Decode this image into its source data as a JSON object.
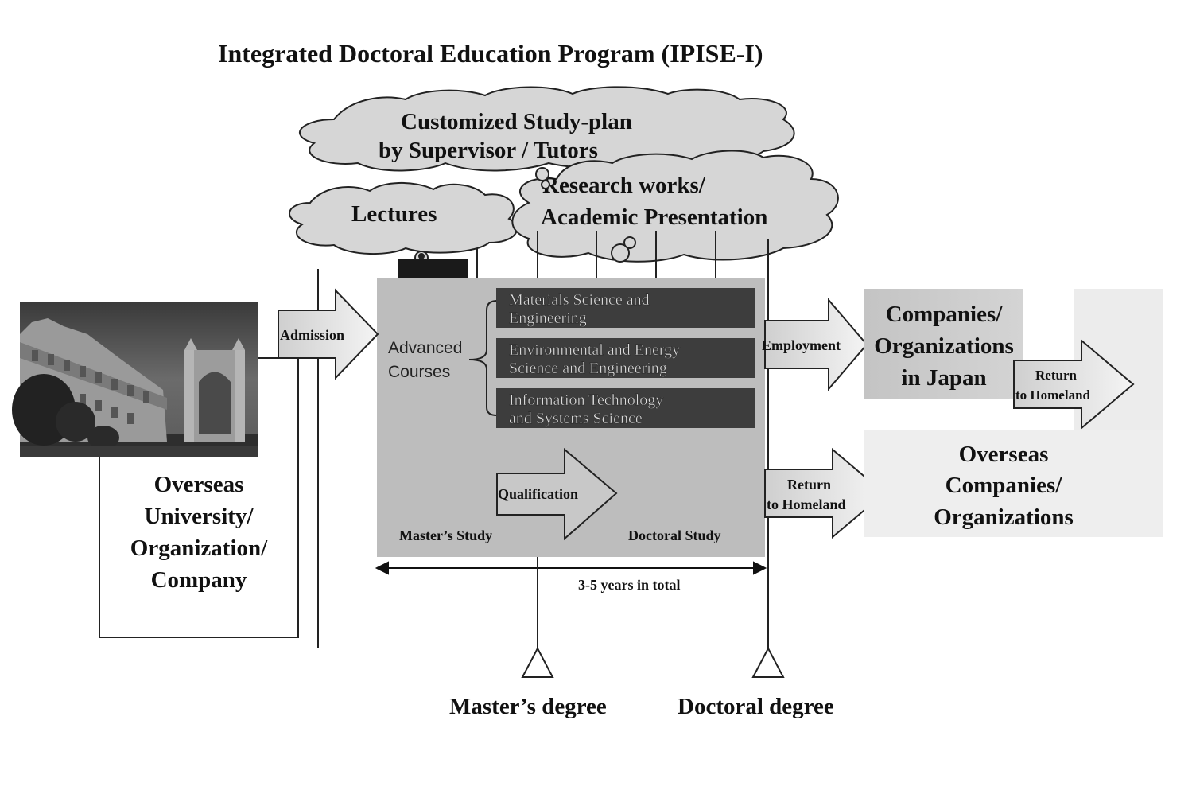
{
  "title": "Integrated Doctoral Education Program (IPISE-I)",
  "clouds": {
    "study_plan": {
      "line1": "Customized Study-plan",
      "line2": "by Supervisor / Tutors"
    },
    "lectures": "Lectures",
    "research": {
      "line1": "Research works/",
      "line2": "Academic Presentation"
    }
  },
  "source": {
    "photo": "campus-photo",
    "lines": [
      "Overseas",
      "University/",
      "Organization/",
      "Company"
    ]
  },
  "arrows": {
    "admission": "Admission",
    "employment": "Employment",
    "return_japan": {
      "line1": "Return",
      "line2": "to Homeland"
    },
    "return_doctoral": {
      "line1": "Return",
      "line2": "to Homeland"
    },
    "qualification": "Qualification"
  },
  "program": {
    "advanced_courses": {
      "line1": "Advanced",
      "line2": "Courses"
    },
    "courses": [
      {
        "line1": "Materials Science and",
        "line2": "Engineering"
      },
      {
        "line1": "Environmental and Energy",
        "line2": "Science and Engineering"
      },
      {
        "line1": "Information Technology",
        "line2": "and Systems Science"
      }
    ],
    "masters_study": "Master’s Study",
    "doctoral_study": "Doctoral Study",
    "duration": "3-5 years in total"
  },
  "destinations": {
    "japan": {
      "line1": "Companies/",
      "line2": "Organizations",
      "line3": "in Japan"
    },
    "overseas": {
      "line1": "Overseas",
      "line2": "Companies/",
      "line3": "Organizations"
    }
  },
  "degrees": {
    "masters": "Master’s degree",
    "doctoral": "Doctoral degree"
  },
  "colors": {
    "program_box": "#bdbdbd",
    "course_box": "#3d3d3d",
    "cloud_fill": "#d6d6d6",
    "arrow_fill": "#dedede",
    "japan_box": "#c9c9c9",
    "overseas_box": "#eeeeee"
  }
}
